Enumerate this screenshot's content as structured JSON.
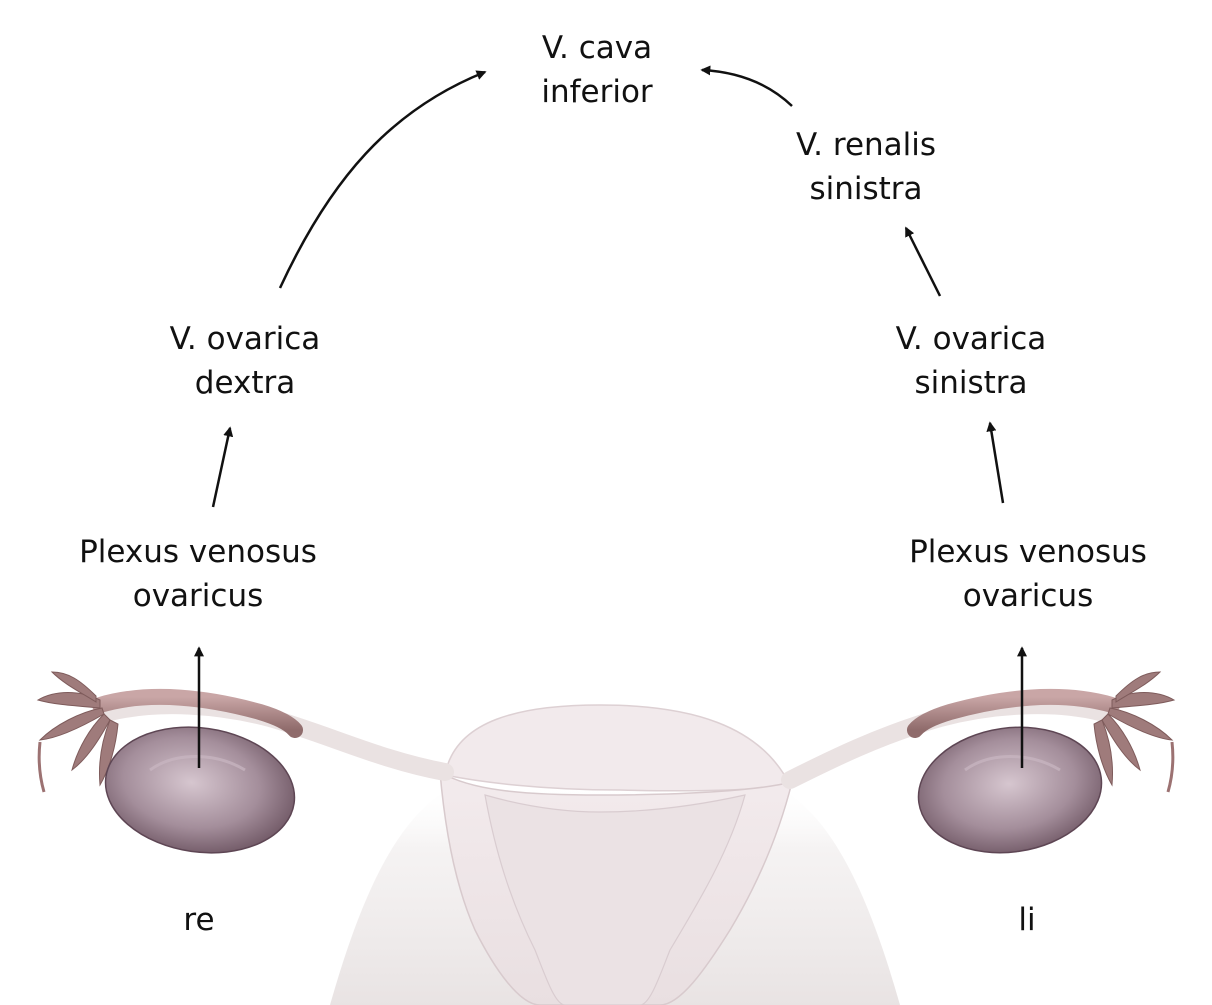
{
  "diagram": {
    "nodes": {
      "vena_cava": {
        "line1": "V. cava",
        "line2": "inferior"
      },
      "renal_left": {
        "line1": "V. renalis",
        "line2": "sinistra"
      },
      "ovarian_right": {
        "line1": "V. ovarica",
        "line2": "dextra"
      },
      "ovarian_left": {
        "line1": "V. ovarica",
        "line2": "sinistra"
      },
      "plexus_right": {
        "line1": "Plexus venosus",
        "line2": "ovaricus"
      },
      "plexus_left": {
        "line1": "Plexus venosus",
        "line2": "ovaricus"
      }
    },
    "sides": {
      "right": "re",
      "left": "li"
    },
    "colors": {
      "text": "#111111",
      "arrow": "#111111",
      "ovary": "#8e7684",
      "tube": "#b38f8f",
      "uterus": "#efe6e8"
    }
  }
}
